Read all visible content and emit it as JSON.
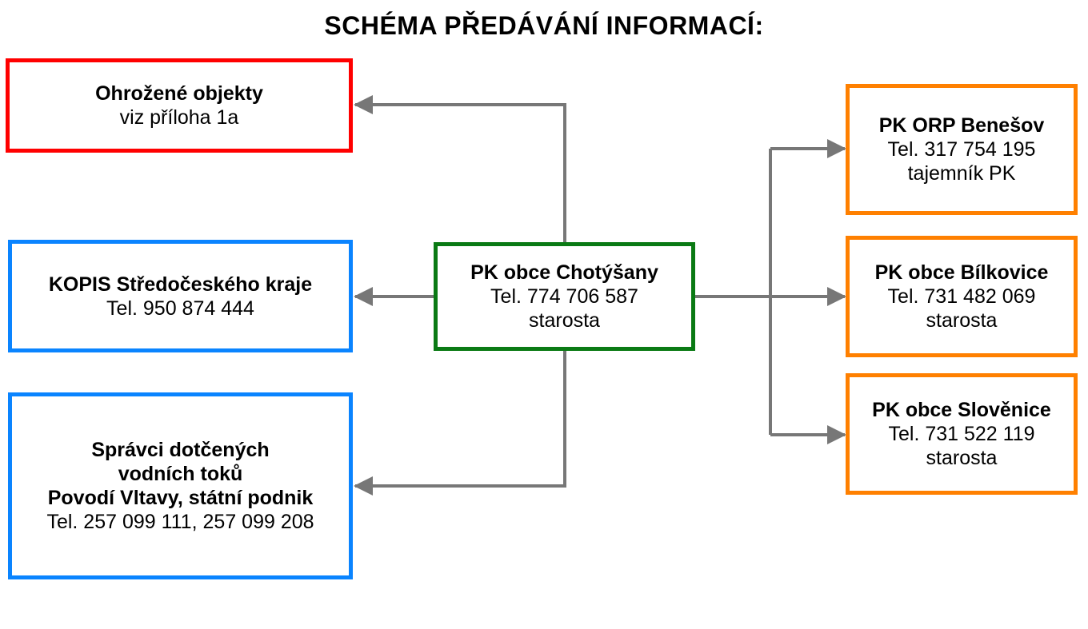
{
  "title": "SCHÉMA PŘEDÁVÁNÍ INFORMACÍ:",
  "colors": {
    "red": "#ff0000",
    "blue": "#0a84ff",
    "green": "#0a7a14",
    "orange": "#ff8000",
    "connector": "#777777"
  },
  "center": {
    "name": "PK obce Chotýšany",
    "phone": "Tel. 774 706 587",
    "role": "starosta"
  },
  "left": {
    "threatened": {
      "name": "Ohrožené objekty",
      "note": "viz příloha 1a"
    },
    "kopis": {
      "name": "KOPIS Středočeského kraje",
      "phone": "Tel. 950 874 444"
    },
    "water": {
      "line1": "Správci dotčených",
      "line2": "vodních toků",
      "line3": "Povodí Vltavy, státní podnik",
      "phone": "Tel. 257 099 111, 257 099 208"
    }
  },
  "right": {
    "benesov": {
      "name": "PK ORP Benešov",
      "phone": "Tel. 317 754 195",
      "role": "tajemník PK"
    },
    "bilkovice": {
      "name": "PK obce Bílkovice",
      "phone": "Tel. 731 482 069",
      "role": "starosta"
    },
    "slovenice": {
      "name": "PK obce Slověnice",
      "phone": "Tel. 731 522 119",
      "role": "starosta"
    }
  }
}
